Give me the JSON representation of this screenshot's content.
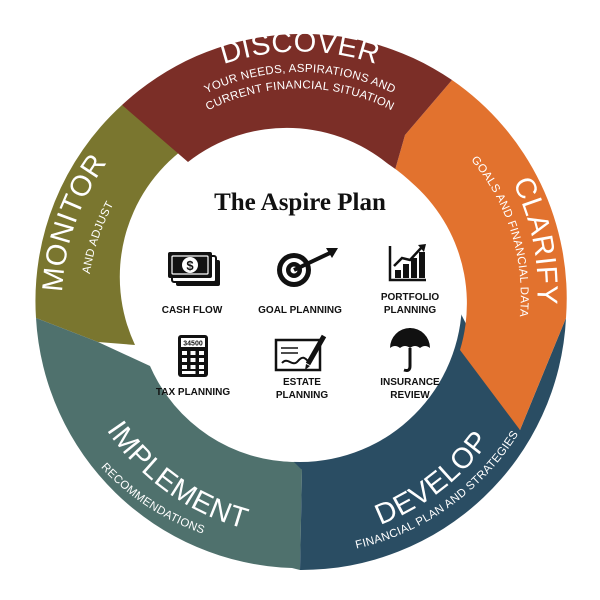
{
  "plan_title": "The Aspire Plan",
  "stages": [
    {
      "id": "discover",
      "title": "DISCOVER",
      "subtitle": [
        "YOUR NEEDS, ASPIRATIONS AND",
        "CURRENT FINANCIAL SITUATION"
      ],
      "color": "#7b2e27"
    },
    {
      "id": "clarify",
      "title": "CLARIFY",
      "subtitle": [
        "GOALS AND FINANCIAL DATA"
      ],
      "color": "#e2722e"
    },
    {
      "id": "develop",
      "title": "DEVELOP",
      "subtitle": [
        "FINANCIAL PLAN AND STRATEGIES"
      ],
      "color": "#2a4d63"
    },
    {
      "id": "implement",
      "title": "IMPLEMENT",
      "subtitle": [
        "RECOMMENDATIONS"
      ],
      "color": "#4f716d"
    },
    {
      "id": "monitor",
      "title": "MONITOR",
      "subtitle": [
        "AND ADJUST"
      ],
      "color": "#7a762f"
    }
  ],
  "services": [
    {
      "icon": "cash-flow-icon",
      "label": [
        "CASH FLOW"
      ]
    },
    {
      "icon": "goal-planning-icon",
      "label": [
        "GOAL PLANNING"
      ]
    },
    {
      "icon": "portfolio-planning-icon",
      "label": [
        "PORTFOLIO",
        "PLANNING"
      ]
    },
    {
      "icon": "calculator-icon",
      "label": [
        "TAX PLANNING"
      ],
      "icon_text": "34500"
    },
    {
      "icon": "estate-planning-icon",
      "label": [
        "ESTATE",
        "PLANNING"
      ]
    },
    {
      "icon": "umbrella-icon",
      "label": [
        "INSURANCE",
        "REVIEW"
      ]
    }
  ]
}
